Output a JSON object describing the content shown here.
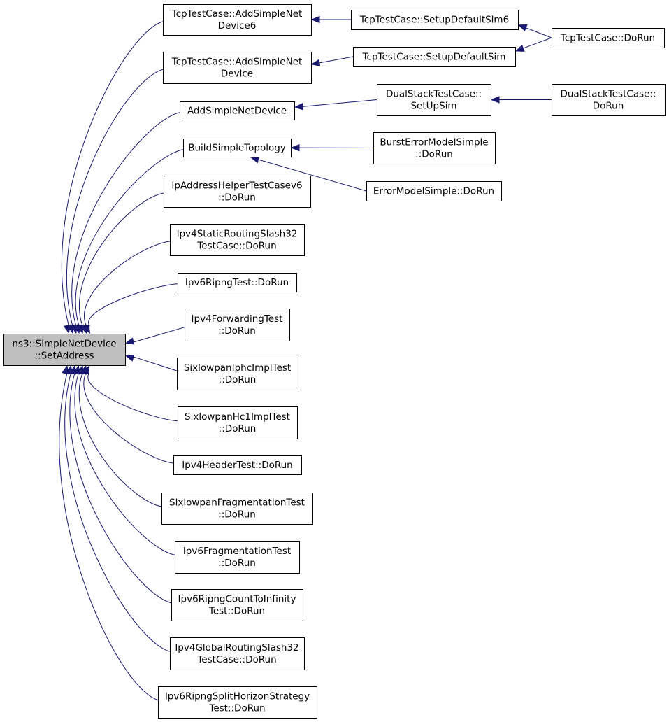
{
  "graph": {
    "root": {
      "id": "root",
      "lines": [
        "ns3::SimpleNetDevice",
        "::SetAddress"
      ]
    },
    "nodes": [
      {
        "id": "tcp_add6",
        "lines": [
          "TcpTestCase::AddSimpleNet",
          "Device6"
        ]
      },
      {
        "id": "tcp_add",
        "lines": [
          "TcpTestCase::AddSimpleNet",
          "Device"
        ]
      },
      {
        "id": "add_simple",
        "lines": [
          "AddSimpleNetDevice"
        ]
      },
      {
        "id": "build_topo",
        "lines": [
          "BuildSimpleTopology"
        ]
      },
      {
        "id": "ipaddr_v6",
        "lines": [
          "IpAddressHelperTestCasev6",
          "::DoRun"
        ]
      },
      {
        "id": "ipv4_static",
        "lines": [
          "Ipv4StaticRoutingSlash32",
          "TestCase::DoRun"
        ]
      },
      {
        "id": "ipv6_ripng",
        "lines": [
          "Ipv6RipngTest::DoRun"
        ]
      },
      {
        "id": "ipv4_fwd",
        "lines": [
          "Ipv4ForwardingTest",
          "::DoRun"
        ]
      },
      {
        "id": "sixlowpan_iphc",
        "lines": [
          "SixlowpanIphcImplTest",
          "::DoRun"
        ]
      },
      {
        "id": "sixlowpan_hc1",
        "lines": [
          "SixlowpanHc1ImplTest",
          "::DoRun"
        ]
      },
      {
        "id": "ipv4_header",
        "lines": [
          "Ipv4HeaderTest::DoRun"
        ]
      },
      {
        "id": "sixlowpan_frag",
        "lines": [
          "SixlowpanFragmentationTest",
          "::DoRun"
        ]
      },
      {
        "id": "ipv6_frag",
        "lines": [
          "Ipv6FragmentationTest",
          "::DoRun"
        ]
      },
      {
        "id": "ripng_inf",
        "lines": [
          "Ipv6RipngCountToInfinity",
          "Test::DoRun"
        ]
      },
      {
        "id": "ipv4_global",
        "lines": [
          "Ipv4GlobalRoutingSlash32",
          "TestCase::DoRun"
        ]
      },
      {
        "id": "ripng_split",
        "lines": [
          "Ipv6RipngSplitHorizonStrategy",
          "Test::DoRun"
        ]
      },
      {
        "id": "tcp_setup6",
        "lines": [
          "TcpTestCase::SetupDefaultSim6"
        ]
      },
      {
        "id": "tcp_setup",
        "lines": [
          "TcpTestCase::SetupDefaultSim"
        ]
      },
      {
        "id": "dual_setup",
        "lines": [
          "DualStackTestCase::",
          "SetUpSim"
        ]
      },
      {
        "id": "burst_err",
        "lines": [
          "BurstErrorModelSimple",
          "::DoRun"
        ]
      },
      {
        "id": "err_model",
        "lines": [
          "ErrorModelSimple::DoRun"
        ]
      },
      {
        "id": "tcp_dorun",
        "lines": [
          "TcpTestCase::DoRun"
        ]
      },
      {
        "id": "dual_dorun",
        "lines": [
          "DualStackTestCase::",
          "DoRun"
        ]
      }
    ],
    "edges": [
      {
        "from": "tcp_add6",
        "to": "root"
      },
      {
        "from": "tcp_add",
        "to": "root"
      },
      {
        "from": "add_simple",
        "to": "root"
      },
      {
        "from": "build_topo",
        "to": "root"
      },
      {
        "from": "ipaddr_v6",
        "to": "root"
      },
      {
        "from": "ipv4_static",
        "to": "root"
      },
      {
        "from": "ipv6_ripng",
        "to": "root"
      },
      {
        "from": "ipv4_fwd",
        "to": "root"
      },
      {
        "from": "sixlowpan_iphc",
        "to": "root"
      },
      {
        "from": "sixlowpan_hc1",
        "to": "root"
      },
      {
        "from": "ipv4_header",
        "to": "root"
      },
      {
        "from": "sixlowpan_frag",
        "to": "root"
      },
      {
        "from": "ipv6_frag",
        "to": "root"
      },
      {
        "from": "ripng_inf",
        "to": "root"
      },
      {
        "from": "ipv4_global",
        "to": "root"
      },
      {
        "from": "ripng_split",
        "to": "root"
      },
      {
        "from": "tcp_setup6",
        "to": "tcp_add6"
      },
      {
        "from": "tcp_setup",
        "to": "tcp_add"
      },
      {
        "from": "dual_setup",
        "to": "add_simple"
      },
      {
        "from": "burst_err",
        "to": "build_topo"
      },
      {
        "from": "err_model",
        "to": "build_topo"
      },
      {
        "from": "tcp_dorun",
        "to": "tcp_setup6"
      },
      {
        "from": "tcp_dorun",
        "to": "tcp_setup"
      },
      {
        "from": "dual_dorun",
        "to": "dual_setup"
      }
    ],
    "colors": {
      "edge": "#191970",
      "root_fill": "#bfbfbf",
      "node_fill": "#ffffff",
      "border": "#000000"
    }
  }
}
